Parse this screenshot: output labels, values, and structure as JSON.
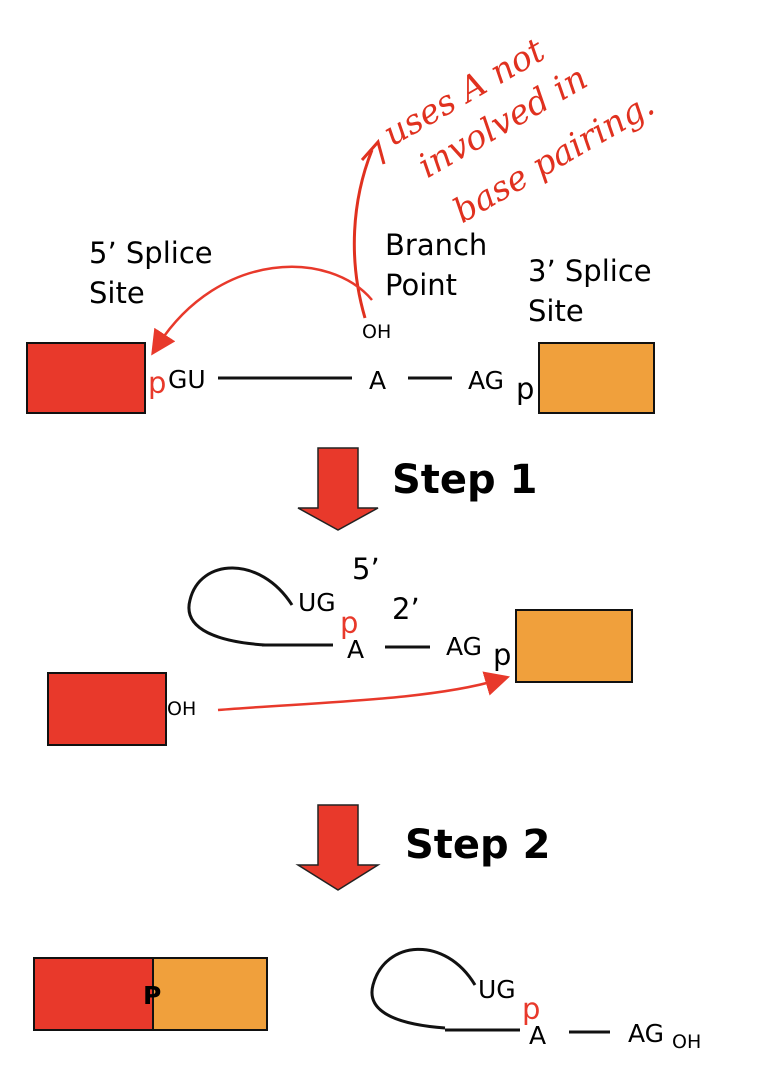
{
  "colors": {
    "exon1": "#e8392b",
    "exon2": "#f0a03c",
    "accent": "#e8392b",
    "ink": "#111111"
  },
  "annotation": {
    "line1": "uses A not",
    "line2": "involved in",
    "line3": "base pairing."
  },
  "labels": {
    "five_splice_line1": "5’ Splice",
    "five_splice_line2": "Site",
    "branch_line1": "Branch",
    "branch_line2": "Point",
    "three_splice_line1": "3’ Splice",
    "three_splice_line2": "Site"
  },
  "top": {
    "oh": "OH",
    "p_left": "p",
    "gu": "GU",
    "a": "A",
    "ag": "AG",
    "p_right": "p"
  },
  "step1": {
    "label": "Step 1",
    "ug": "UG",
    "five_prime": "5’",
    "two_prime": "2’",
    "p": "p",
    "a": "A",
    "ag": "AG",
    "p_right": "p",
    "oh": "OH"
  },
  "step2": {
    "label": "Step 2",
    "p_joined": "P",
    "ug": "UG",
    "p": "p",
    "a": "A",
    "ag": "AG",
    "oh_sub": "OH"
  }
}
